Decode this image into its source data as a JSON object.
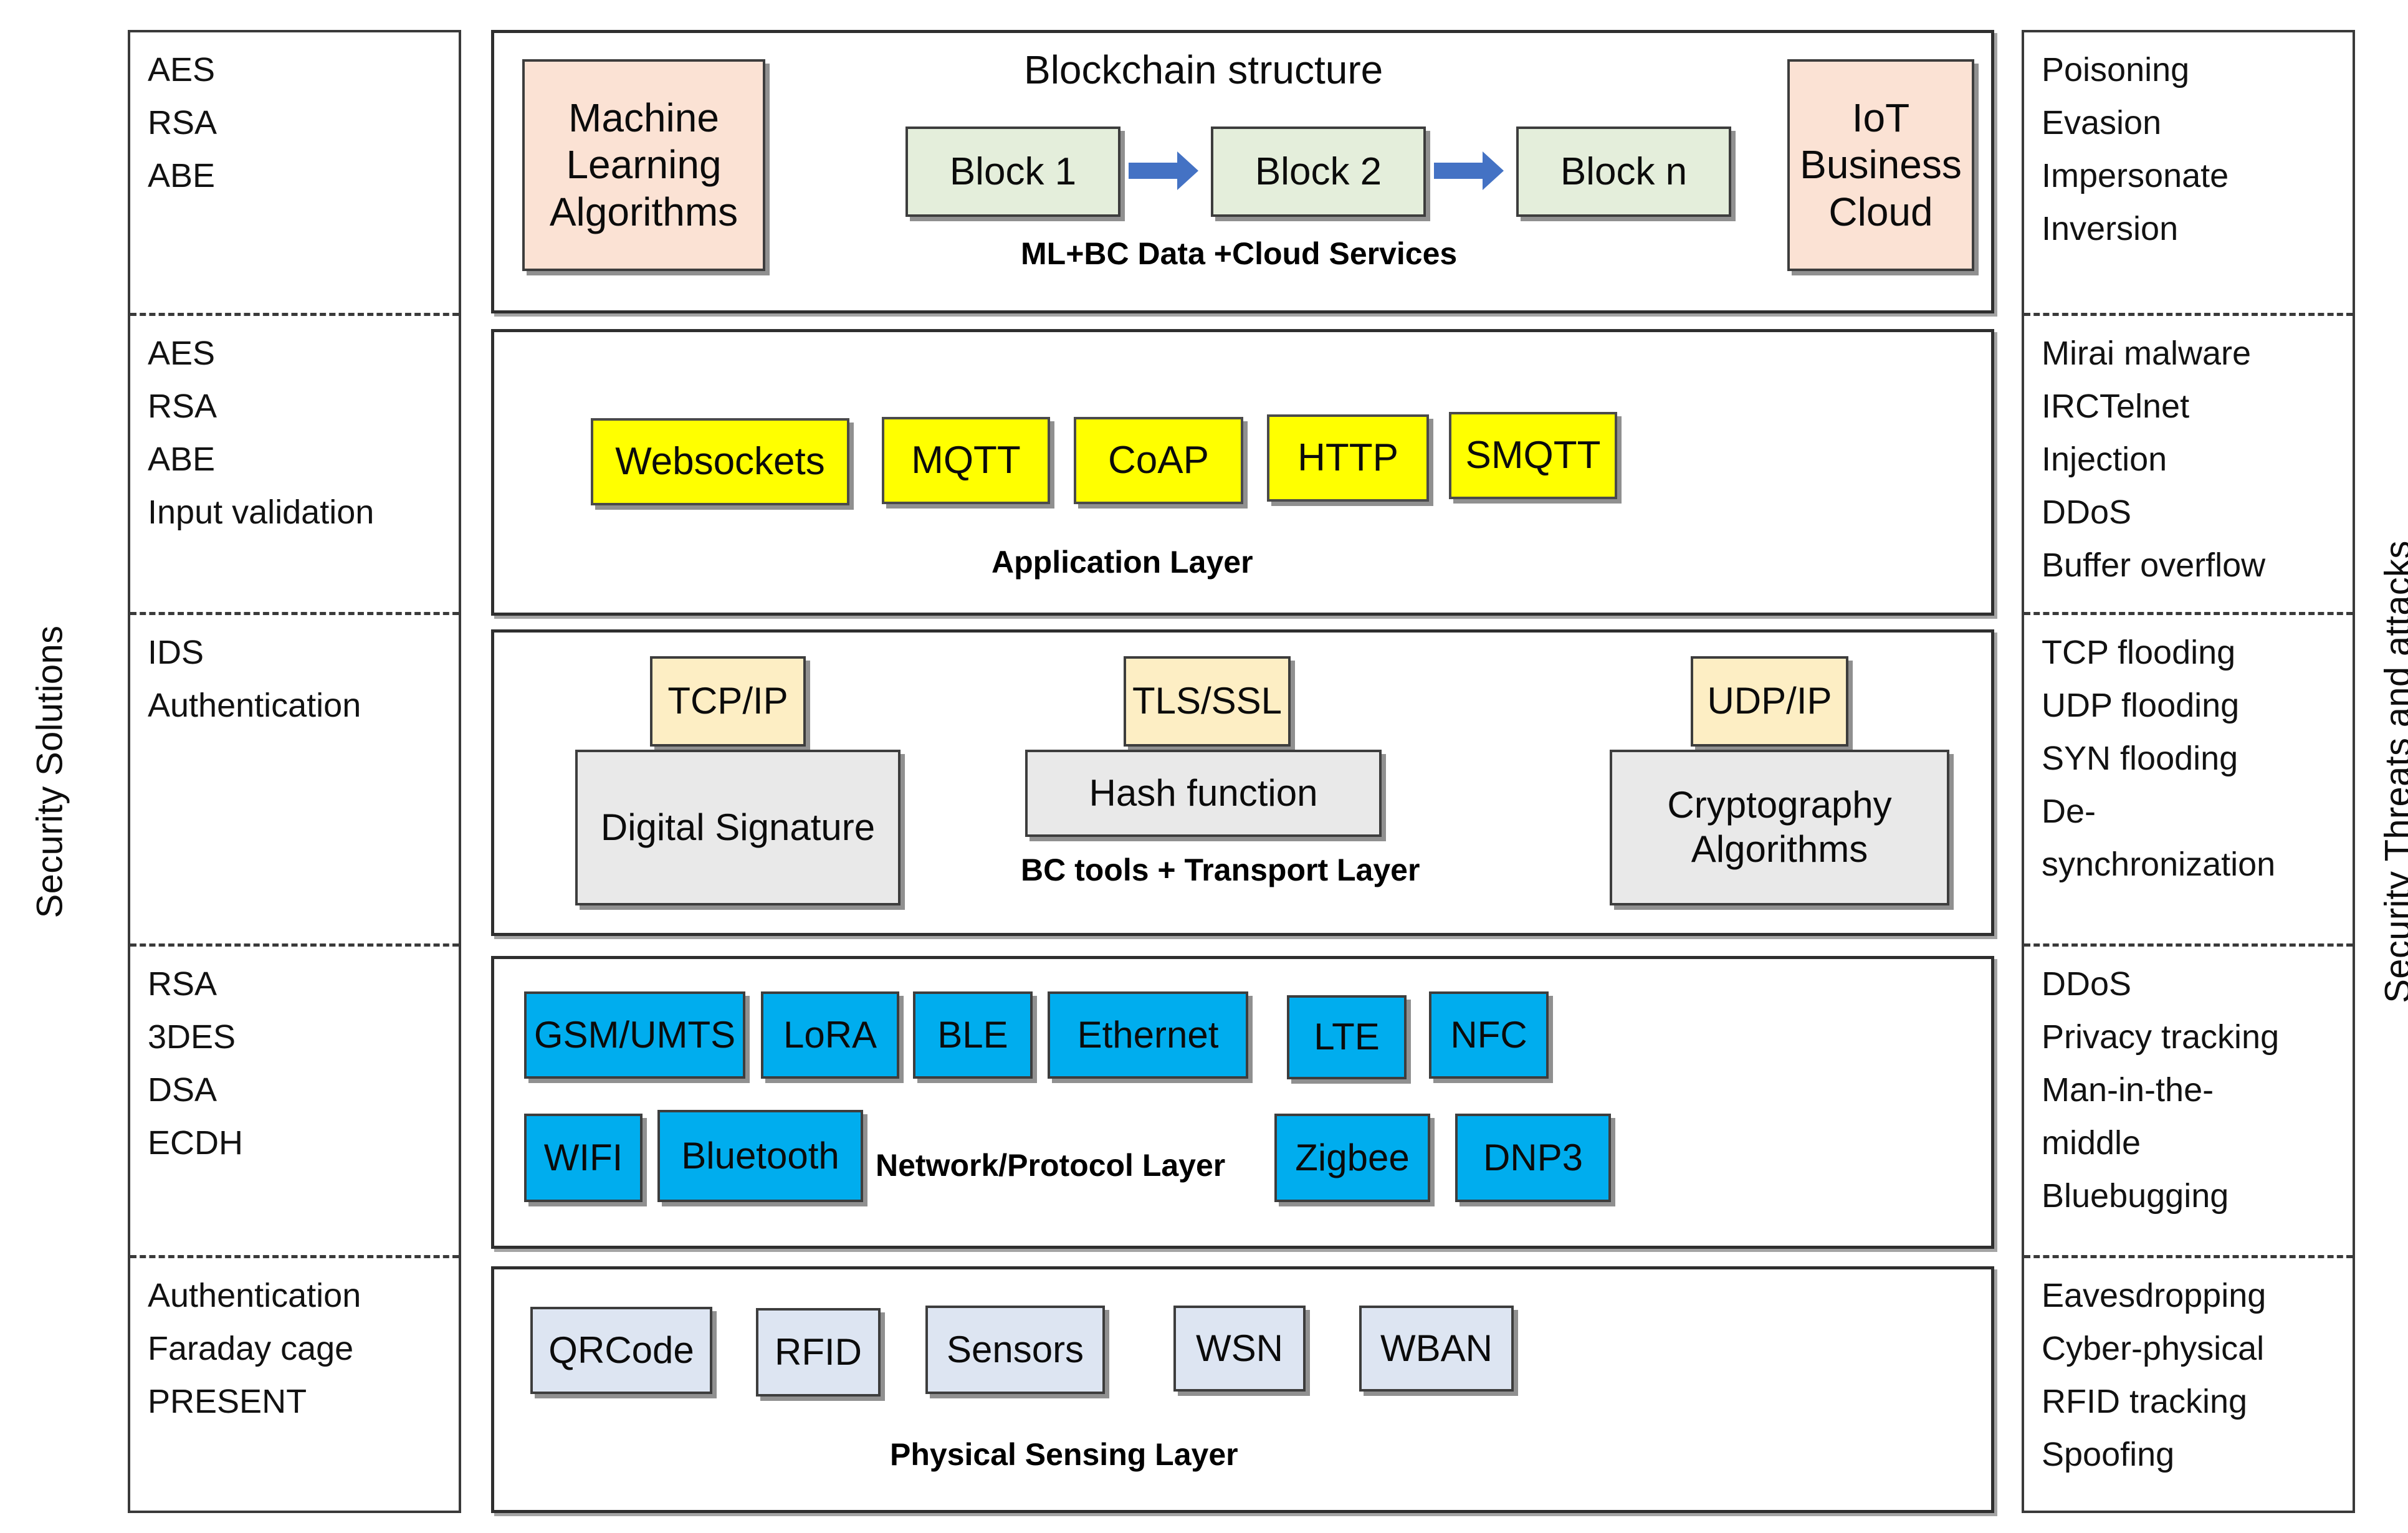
{
  "side_labels": {
    "left": "Security Solutions",
    "right": "Security Threats and attacks"
  },
  "security_solutions": [
    {
      "rows": [
        "AES",
        "RSA",
        "ABE"
      ]
    },
    {
      "rows": [
        "AES",
        "RSA",
        "ABE",
        "Input validation"
      ]
    },
    {
      "rows": [
        "IDS",
        "Authentication"
      ]
    },
    {
      "rows": [
        "RSA",
        "3DES",
        "DSA",
        "ECDH"
      ]
    },
    {
      "rows": [
        "Authentication",
        "Faraday cage",
        "PRESENT"
      ]
    }
  ],
  "security_threats": [
    {
      "rows": [
        "Poisoning",
        "Evasion",
        "Impersonate",
        "Inversion"
      ]
    },
    {
      "rows": [
        "Mirai malware",
        "IRCTelnet",
        "Injection",
        "DDoS",
        "Buffer overflow"
      ]
    },
    {
      "rows": [
        "TCP flooding",
        "UDP flooding",
        "SYN flooding",
        "De-",
        "synchronization"
      ]
    },
    {
      "rows": [
        "DDoS",
        "Privacy tracking",
        "Man-in-the-",
        "middle",
        "Bluebugging"
      ]
    },
    {
      "rows": [
        "Eavesdropping",
        "Cyber-physical",
        "RFID tracking",
        "Spoofing"
      ]
    }
  ],
  "layers": {
    "cloud": {
      "caption": "ML+BC Data +Cloud Services",
      "blockchain_title": "Blockchain structure",
      "ml_box": "Machine\nLearning\nAlgorithms",
      "ml_box_lines": [
        "Machine",
        "Learning",
        "Algorithms"
      ],
      "blocks": [
        "Block 1",
        "Block 2",
        "Block n"
      ],
      "cloud_box_lines": [
        "IoT",
        "Business",
        "Cloud"
      ]
    },
    "application": {
      "caption": "Application Layer",
      "nodes": [
        "Websockets",
        "MQTT",
        "CoAP",
        "HTTP",
        "SMQTT"
      ]
    },
    "transport": {
      "caption": "BC tools + Transport Layer",
      "protocols": [
        "TCP/IP",
        "TLS/SSL",
        "UDP/IP"
      ],
      "tools": [
        "Digital Signature",
        "Hash function",
        "Cryptography Algorithms"
      ]
    },
    "network": {
      "caption": "Network/Protocol Layer",
      "row1": [
        "GSM/UMTS",
        "LoRA",
        "BLE",
        "Ethernet",
        "LTE",
        "NFC"
      ],
      "row2": [
        "WIFI",
        "Bluetooth",
        "Zigbee",
        "DNP3"
      ]
    },
    "physical": {
      "caption": "Physical Sensing Layer",
      "nodes": [
        "QRCode",
        "RFID",
        "Sensors",
        "WSN",
        "WBAN"
      ]
    }
  },
  "colors": {
    "peach": "#fbe2d4",
    "green": "#e4eedb",
    "yellow": "#ffff00",
    "cream": "#fdeec4",
    "grey": "#e9e9e9",
    "blue": "#00adee",
    "pale_blue": "#dde5f2",
    "arrow": "#4472c4",
    "border": "#3d3d3d"
  }
}
